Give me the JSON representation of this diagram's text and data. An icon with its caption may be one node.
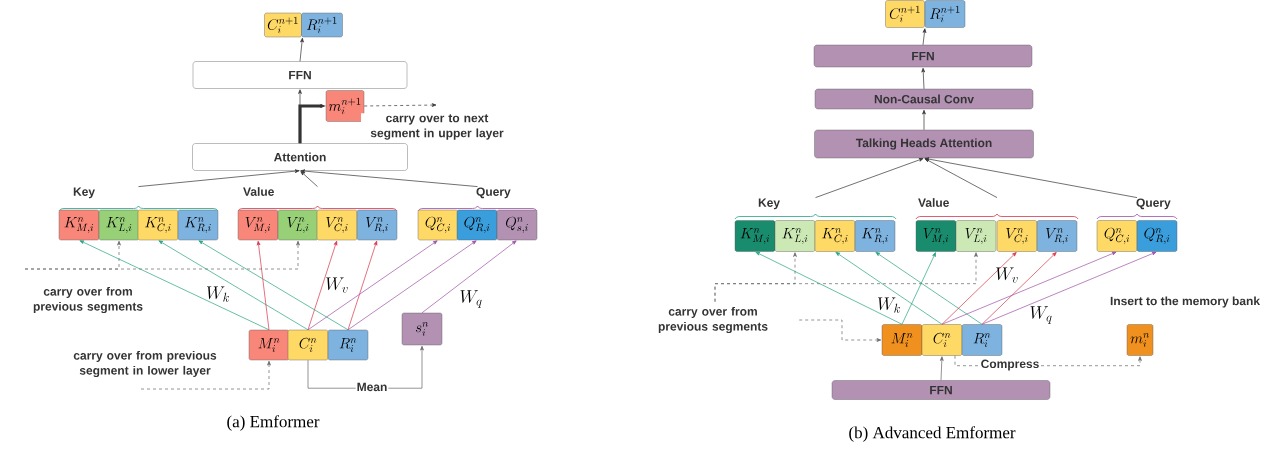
{
  "diagram": {
    "nodes": [
      {
        "text": [
          "C_i^{n+1}"
        ]
      },
      {
        "text": [
          "R_i^{n+1}"
        ]
      },
      {
        "text": [
          "FFN"
        ]
      },
      {
        "text": [
          "m_i^{n+1}"
        ]
      },
      {
        "text": [
          "Attention"
        ]
      },
      {
        "text": [
          "Key"
        ]
      },
      {
        "text": [
          "Value"
        ]
      },
      {
        "text": [
          "Query"
        ]
      },
      {
        "text": [
          "K_{M,i}^{n}"
        ]
      },
      {
        "text": [
          "K_{L,i}^{n}"
        ]
      },
      {
        "text": [
          "K_{C,i}^{n}"
        ]
      },
      {
        "text": [
          "K_{R,i}^{n}"
        ]
      },
      {
        "text": [
          "V_{M,i}^{n}"
        ]
      },
      {
        "text": [
          "V_{L,i}^{n}"
        ]
      },
      {
        "text": [
          "V_{C,i}^{n}"
        ]
      },
      {
        "text": [
          "V_{R,i}^{n}"
        ]
      },
      {
        "text": [
          "Q_{C,i}^{n}"
        ]
      },
      {
        "text": [
          "Q_{R,i}^{n}"
        ]
      },
      {
        "text": [
          "Q_{s,i}^{n}"
        ]
      },
      {
        "text": [
          "M_i^n"
        ]
      },
      {
        "text": [
          "C_i^n"
        ]
      },
      {
        "text": [
          "R_i^n"
        ]
      },
      {
        "text": [
          "s_i^n"
        ]
      },
      {
        "text": [
          "C_i^{n+1}"
        ]
      },
      {
        "text": [
          "R_i^{n+1}"
        ]
      },
      {
        "text": [
          "FFN"
        ]
      },
      {
        "text": [
          "Non-Causal Conv"
        ]
      },
      {
        "text": [
          "Talking Heads Attention"
        ]
      },
      {
        "text": [
          "Key"
        ]
      },
      {
        "text": [
          "Value"
        ]
      },
      {
        "text": [
          "Query"
        ]
      },
      {
        "text": [
          "K_{M,i}^{n}"
        ]
      },
      {
        "text": [
          "K_{L,i}^{n}"
        ]
      },
      {
        "text": [
          "K_{C,i}^{n}"
        ]
      },
      {
        "text": [
          "K_{R,i}^{n}"
        ]
      },
      {
        "text": [
          "V_{M,i}^{n}"
        ]
      },
      {
        "text": [
          "V_{L,i}^{n}"
        ]
      },
      {
        "text": [
          "V_{C,i}^{n}"
        ]
      },
      {
        "text": [
          "V_{R,i}^{n}"
        ]
      },
      {
        "text": [
          "Q_{C,i}^{n}"
        ]
      },
      {
        "text": [
          "Q_{R,i}^{n}"
        ]
      },
      {
        "text": [
          "carry over from previous segments"
        ]
      },
      {
        "text": [
          "M_i^n"
        ]
      },
      {
        "text": [
          "C_i^n"
        ]
      },
      {
        "text": [
          "R_i^n"
        ]
      },
      {
        "text": [
          "m_i^n"
        ],
        "beside": [
          "Insert to the memory bank"
        ]
      },
      {
        "text": [
          "FFN"
        ]
      }
    ],
    "edges": [
      {
        "from": 2,
        "to": 0,
        "arrow": "to"
      },
      {
        "from": 2,
        "to": 1,
        "arrow": "to"
      },
      {
        "from": 4,
        "to": 2,
        "arrow": "to"
      },
      {
        "from": 4,
        "to": 3,
        "arrow": "to",
        "style": "thick"
      },
      {
        "from": 3,
        "to": null,
        "arrow": "to",
        "style": "dashed",
        "label": "carry over to next segment in upper layer"
      },
      {
        "from": 5,
        "to": 4,
        "arrow": "to"
      },
      {
        "from": 6,
        "to": 4,
        "arrow": "to"
      },
      {
        "from": 7,
        "to": 4,
        "arrow": "to"
      },
      {
        "from": null,
        "to": 9,
        "arrow": "to",
        "style": "dashed",
        "color": "#666666",
        "label": "carry over from previous segments"
      },
      {
        "from": null,
        "to": 13,
        "arrow": "to",
        "style": "dashed",
        "color": "#666666"
      },
      {
        "from": null,
        "to": 19,
        "arrow": "to",
        "style": "dashed",
        "color": "#666666",
        "label": "carry over from previous segment in lower layer"
      },
      {
        "from": 20,
        "to": 22,
        "arrow": "to",
        "color": "#666666",
        "label": "Mean"
      },
      {
        "from": 19,
        "to": 8,
        "arrow": "to",
        "color": "#26a383"
      },
      {
        "from": 20,
        "to": 10,
        "arrow": "to",
        "color": "#26a383"
      },
      {
        "from": 21,
        "to": 11,
        "arrow": "to",
        "color": "#26a383"
      },
      {
        "from": 19,
        "to": 12,
        "arrow": "to",
        "color": "#d8354a"
      },
      {
        "from": 20,
        "to": 14,
        "arrow": "to",
        "color": "#d8354a"
      },
      {
        "from": 21,
        "to": 15,
        "arrow": "to",
        "color": "#d8354a"
      },
      {
        "from": 20,
        "to": 16,
        "arrow": "to",
        "color": "#9d50a6"
      },
      {
        "from": 21,
        "to": 17,
        "arrow": "to",
        "color": "#9d50a6"
      },
      {
        "from": 22,
        "to": 18,
        "arrow": "to",
        "color": "#9d50a6"
      },
      {
        "from": 25,
        "to": 23,
        "arrow": "to"
      },
      {
        "from": 25,
        "to": 24,
        "arrow": "to"
      },
      {
        "from": 26,
        "to": 25,
        "arrow": "to"
      },
      {
        "from": 27,
        "to": 26,
        "arrow": "to"
      },
      {
        "from": 28,
        "to": 27,
        "arrow": "to"
      },
      {
        "from": 29,
        "to": 27,
        "arrow": "to"
      },
      {
        "from": 30,
        "to": 27,
        "arrow": "to"
      },
      {
        "from": 41,
        "to": 32,
        "arrow": "to",
        "style": "dashed",
        "color": "#666666"
      },
      {
        "from": 41,
        "to": 36,
        "arrow": "to",
        "style": "dashed",
        "color": "#666666"
      },
      {
        "from": 41,
        "to": 42,
        "arrow": "to",
        "style": "dashed",
        "color": "#666666"
      },
      {
        "from": 46,
        "to": 43,
        "arrow": "to",
        "color": "#666666"
      },
      {
        "from": 43,
        "to": 45,
        "arrow": "to",
        "style": "dashed",
        "color": "#666666",
        "label": "Compress"
      },
      {
        "from": 42,
        "to": 31,
        "arrow": "to",
        "color": "#26a383"
      },
      {
        "from": 42,
        "to": 35,
        "arrow": "to",
        "color": "#26a383"
      },
      {
        "from": 43,
        "to": 33,
        "arrow": "to",
        "color": "#26a383"
      },
      {
        "from": 44,
        "to": 34,
        "arrow": "to",
        "color": "#26a383"
      },
      {
        "from": 43,
        "to": 37,
        "arrow": "to",
        "color": "#d8354a"
      },
      {
        "from": 44,
        "to": 38,
        "arrow": "to",
        "color": "#d8354a"
      },
      {
        "from": 43,
        "to": 39,
        "arrow": "to",
        "color": "#9d50a6"
      },
      {
        "from": 44,
        "to": 40,
        "arrow": "to",
        "color": "#9d50a6"
      }
    ],
    "labels": [
      "W_k",
      "W_v",
      "W_q",
      "(a) Emformer",
      "W_k",
      "W_v",
      "W_q",
      "(b) Advanced Emformer"
    ]
  }
}
